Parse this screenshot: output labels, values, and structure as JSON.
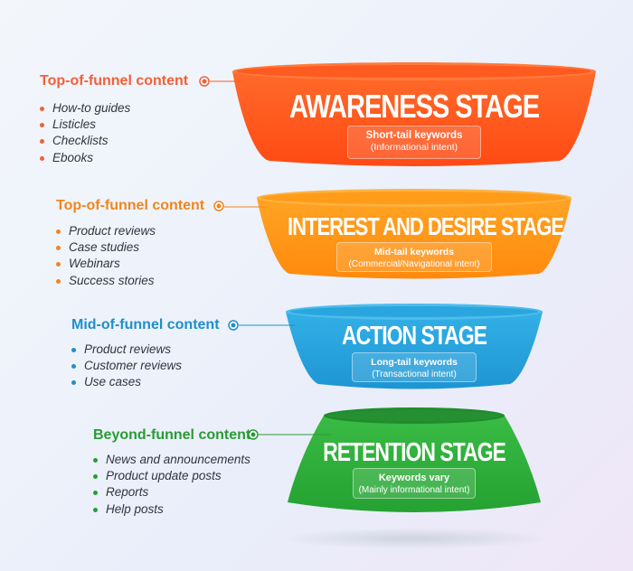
{
  "colors": {
    "orange_red": "#ff5a1f",
    "orange": "#ff9c1a",
    "blue": "#2aa6df",
    "green": "#2dae3c",
    "heading_red": "#f2603a",
    "heading_orange": "#f0861f",
    "heading_blue": "#1f8fc9",
    "heading_green": "#2a9b34"
  },
  "groups": [
    {
      "heading": "Top-of-funnel content",
      "items": [
        "How-to guides",
        "Listicles",
        "Checklists",
        "Ebooks"
      ]
    },
    {
      "heading": "Top-of-funnel content",
      "items": [
        "Product reviews",
        "Case studies",
        "Webinars",
        "Success stories"
      ]
    },
    {
      "heading": "Mid-of-funnel content",
      "items": [
        "Product reviews",
        "Customer reviews",
        "Use cases"
      ]
    },
    {
      "heading": "Beyond-funnel content",
      "items": [
        "News and announcements",
        "Product update posts",
        "Reports",
        "Help posts"
      ]
    }
  ],
  "stages": [
    {
      "title": "AWARENESS STAGE",
      "keywords": "Short-tail keywords",
      "intent": "(Informational intent)"
    },
    {
      "title": "INTEREST AND DESIRE STAGE",
      "keywords": "Mid-tail keywords",
      "intent": "(Commercial/Navigational intent)"
    },
    {
      "title": "ACTION STAGE",
      "keywords": "Long-tail keywords",
      "intent": "(Transactional intent)"
    },
    {
      "title": "RETENTION STAGE",
      "keywords": "Keywords vary",
      "intent": "(Mainly informational intent)"
    }
  ]
}
